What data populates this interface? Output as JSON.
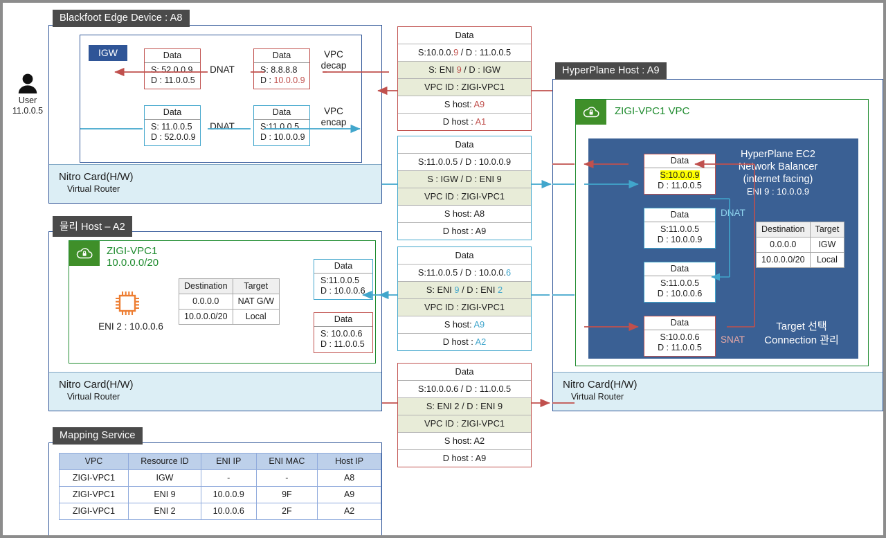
{
  "user": {
    "icon": "user-icon",
    "label": "User",
    "ip": "11.0.0.5"
  },
  "blackfoot": {
    "title": "Blackfoot Edge Device : A8",
    "igw_label": "IGW",
    "dnat_label_top": "DNAT",
    "dnat_label_bottom": "DNAT",
    "vpc_decap": "VPC\ndecap",
    "vpc_decap_l1": "VPC",
    "vpc_decap_l2": "decap",
    "vpc_encap_l1": "VPC",
    "vpc_encap_l2": "encap",
    "cards": [
      {
        "header": "Data",
        "s": "S: 52.0.0.9",
        "d": "D : 11.0.0.5",
        "color": "red"
      },
      {
        "header": "Data",
        "s": "S: 8.8.8.8",
        "d": "D : 10.0.0.9",
        "d_hl": "10.0.0.9",
        "color": "red"
      },
      {
        "header": "Data",
        "s": "S: 11.0.0.5",
        "d": "D : 52.0.0.9",
        "color": "blue"
      },
      {
        "header": "Data",
        "s": "S:11.0.0.5",
        "d": "D : 10.0.0.9",
        "color": "blue"
      }
    ],
    "nitro": {
      "line1": "Nitro Card(H/W)",
      "line2": "Virtual Router"
    }
  },
  "host_a2": {
    "title": "물리 Host – A2",
    "vpc_name": "ZIGI-VPC1",
    "vpc_cidr": "10.0.0.0/20",
    "eni_label": "ENI 2 : 10.0.0.6",
    "route_table": {
      "headers": [
        "Destination",
        "Target"
      ],
      "rows": [
        [
          "0.0.0.0",
          "NAT G/W"
        ],
        [
          "10.0.0.0/20",
          "Local"
        ]
      ]
    },
    "cards": [
      {
        "header": "Data",
        "s": "S:11.0.0.5",
        "d": "D : 10.0.0.6",
        "color": "blue"
      },
      {
        "header": "Data",
        "s": "S: 10.0.0.6",
        "d": "D : 11.0.0.5",
        "color": "red"
      }
    ],
    "nitro": {
      "line1": "Nitro Card(H/W)",
      "line2": "Virtual Router"
    }
  },
  "mapping_service": {
    "title": "Mapping Service",
    "headers": [
      "VPC",
      "Resource ID",
      "ENI IP",
      "ENI MAC",
      "Host IP"
    ],
    "rows": [
      [
        "ZIGI-VPC1",
        "IGW",
        "-",
        "-",
        "A8"
      ],
      [
        "ZIGI-VPC1",
        "ENI 9",
        "10.0.0.9",
        "9F",
        "A9"
      ],
      [
        "ZIGI-VPC1",
        "ENI 2",
        "10.0.0.6",
        "2F",
        "A2"
      ]
    ]
  },
  "hyperplane": {
    "title": "HyperPlane Host : A9",
    "vpc_name": "ZIGI-VPC1 VPC",
    "balancer_l1": "HyperPlane EC2",
    "balancer_l2": "Network Balancer",
    "balancer_l3": "(internet facing)",
    "balancer_eni": "ENI 9 : 10.0.0.9",
    "dnat_label": "DNAT",
    "snat_label": "SNAT",
    "route_table": {
      "headers": [
        "Destination",
        "Target"
      ],
      "rows": [
        [
          "0.0.0.0",
          "IGW"
        ],
        [
          "10.0.0.0/20",
          "Local"
        ]
      ]
    },
    "footer_l1": "Target 선택",
    "footer_l2": "Connection 관리",
    "cards": [
      {
        "header": "Data",
        "s": "S:10.0.0.9",
        "s_hl": true,
        "d": "D : 11.0.0.5",
        "color": "red"
      },
      {
        "header": "Data",
        "s": "S:11.0.0.5",
        "d": "D : 10.0.0.9",
        "color": "blue"
      },
      {
        "header": "Data",
        "s": "S:11.0.0.5",
        "d": "D : 10.0.0.6",
        "color": "blue"
      },
      {
        "header": "Data",
        "s": "S:10.0.0.6",
        "d": "D : 11.0.0.5",
        "color": "red"
      }
    ],
    "nitro": {
      "line1": "Nitro Card(H/W)",
      "line2": "Virtual Router"
    }
  },
  "packets": [
    {
      "id": "pkt-a9-to-a1-red",
      "color": "red",
      "rows": [
        {
          "text": "Data",
          "style": "plain"
        },
        {
          "text": "S:10.0.0.9 / D : 11.0.0.5",
          "style": "plain",
          "pre": "S:10.0.0.",
          "accent": "9",
          "post": " / D : 11.0.0.5"
        },
        {
          "text": "S: ENI 9 / D : IGW",
          "style": "olive",
          "pre": "S: ENI ",
          "accent": "9",
          "post": " / D : IGW"
        },
        {
          "text": "VPC ID : ZIGI-VPC1",
          "style": "olive"
        },
        {
          "text": "S host: A9",
          "style": "plain",
          "pre": "S host: ",
          "accent": "A9",
          "post": ""
        },
        {
          "text": "D host : A1",
          "style": "plain",
          "pre": "D host : ",
          "accent": "A1",
          "post": ""
        }
      ]
    },
    {
      "id": "pkt-a8-to-a9-blue",
      "color": "blue",
      "rows": [
        {
          "text": "Data",
          "style": "plain"
        },
        {
          "text": "S:11.0.0.5 / D : 10.0.0.9",
          "style": "plain"
        },
        {
          "text": "S : IGW / D : ENI 9",
          "style": "olive"
        },
        {
          "text": "VPC ID : ZIGI-VPC1",
          "style": "olive"
        },
        {
          "text": "S host: A8",
          "style": "plain"
        },
        {
          "text": "D host : A9",
          "style": "plain"
        }
      ]
    },
    {
      "id": "pkt-a9-to-a2-blue",
      "color": "blue",
      "rows": [
        {
          "text": "Data",
          "style": "plain"
        },
        {
          "text": "S:11.0.0.5 / D : 10.0.0.6",
          "style": "plain",
          "pre": "S:11.0.0.5 / D : 10.0.0.",
          "accent": "6",
          "post": ""
        },
        {
          "text": "S: ENI 9 / D : ENI 2",
          "style": "olive",
          "pre": "S: ENI ",
          "accent": "9",
          "mid": " / D : ENI ",
          "accent2": "2"
        },
        {
          "text": "VPC ID : ZIGI-VPC1",
          "style": "olive"
        },
        {
          "text": "S host: A9",
          "style": "plain",
          "pre": "S host: ",
          "accent": "A9",
          "post": ""
        },
        {
          "text": "D host : A2",
          "style": "plain",
          "pre": "D host : ",
          "accent": "A2",
          "post": ""
        }
      ]
    },
    {
      "id": "pkt-a2-to-a9-red",
      "color": "red",
      "rows": [
        {
          "text": "Data",
          "style": "plain"
        },
        {
          "text": "S:10.0.0.6 / D : 11.0.0.5",
          "style": "plain"
        },
        {
          "text": "S: ENI 2 / D : ENI 9",
          "style": "olive"
        },
        {
          "text": "VPC ID : ZIGI-VPC1",
          "style": "olive"
        },
        {
          "text": "S host: A2",
          "style": "plain"
        },
        {
          "text": "D host : A9",
          "style": "plain"
        }
      ]
    }
  ],
  "colors": {
    "red": "#c0504d",
    "blue": "#41a6cc",
    "navy": "#2f5597",
    "green": "#1e8b2e",
    "stage": "#3a6094",
    "chip": "#4a4a4a",
    "olive": "#e8ecd8",
    "highlight": "#ffff00"
  }
}
